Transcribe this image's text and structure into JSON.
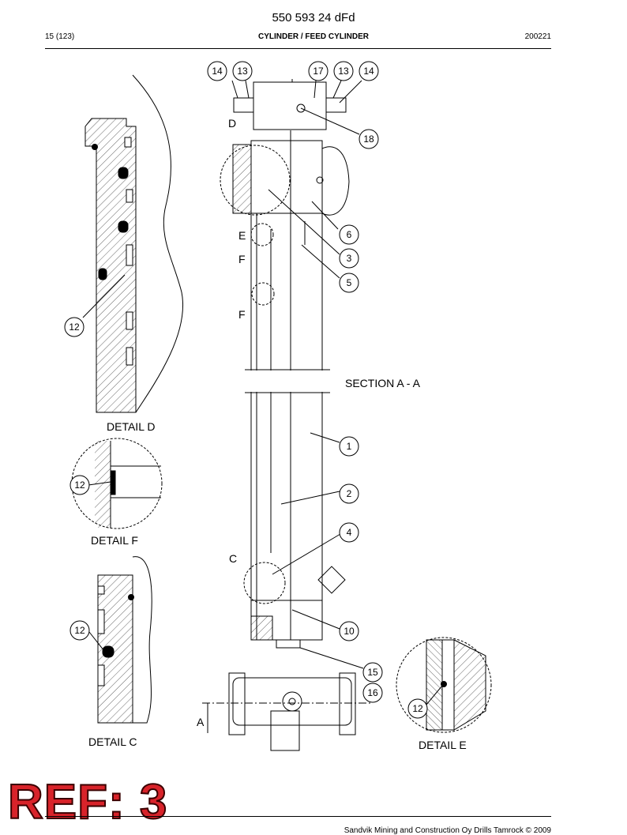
{
  "header": {
    "doc_number": "550 593 24 dFd",
    "page_ref": "15 (123)",
    "section_title": "CYLINDER / FEED CYLINDER",
    "date_code": "200221"
  },
  "drawing": {
    "section_label": "SECTION A - A",
    "detail_labels": {
      "d": "DETAIL  D",
      "f": "DETAIL  F",
      "c": "DETAIL  C",
      "e": "DETAIL  E"
    },
    "view_letters": {
      "d": "D",
      "e": "E",
      "f1": "F",
      "f2": "F",
      "c": "C",
      "a": "A"
    },
    "balloons": {
      "b14a": "14",
      "b13a": "13",
      "b17": "17",
      "b13b": "13",
      "b14b": "14",
      "b18": "18",
      "b6": "6",
      "b3": "3",
      "b5": "5",
      "b1": "1",
      "b2": "2",
      "b4": "4",
      "b10": "10",
      "b15": "15",
      "b16": "16",
      "b12_d": "12",
      "b12_f": "12",
      "b12_c": "12",
      "b12_e": "12"
    }
  },
  "stamp": {
    "text": "REF: 3"
  },
  "footer": {
    "copyright": "Sandvik Mining and Construction Oy Drills Tamrock © 2009"
  },
  "colors": {
    "stamp_red": "#d8232a",
    "line": "#000000"
  }
}
